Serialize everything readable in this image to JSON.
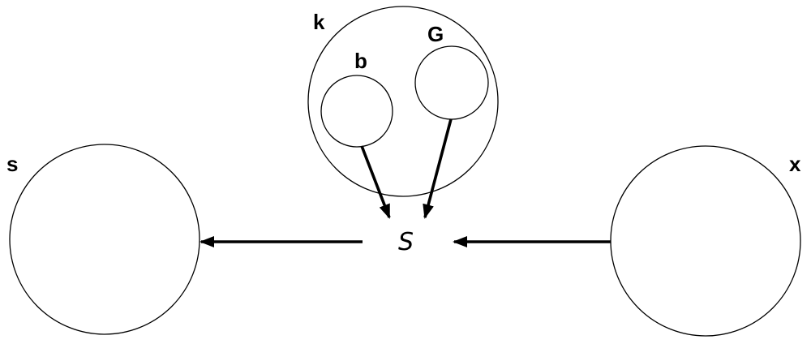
{
  "diagram": {
    "nodes": {
      "left": {
        "label": "s"
      },
      "right": {
        "label": "x"
      },
      "container": {
        "label": "k"
      },
      "inner_left": {
        "label": "b"
      },
      "inner_right": {
        "label": "G"
      }
    },
    "center": {
      "label": "S"
    },
    "colors": {
      "stroke": "#000000",
      "background": "#ffffff"
    }
  }
}
